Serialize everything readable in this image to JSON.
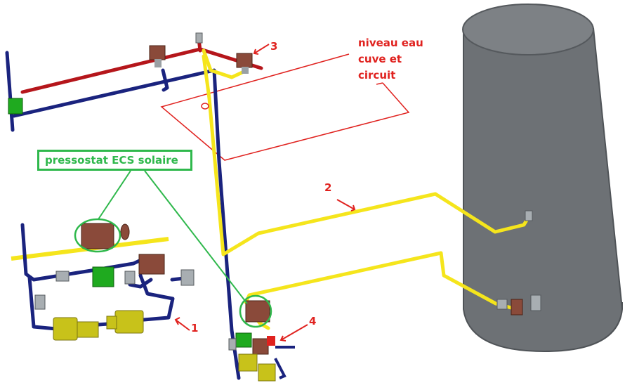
{
  "labels": {
    "part_1": "1",
    "part_2": "2",
    "part_3": "3",
    "part_4": "4",
    "niveau_line1": "niveau eau",
    "niveau_line2": "cuve et",
    "niveau_line3": "circuit",
    "pressostat": "pressostat ECS solaire"
  },
  "colors": {
    "annotation_red": "#e0221f",
    "annotation_green": "#2fb84c",
    "pipe_blue": "#1a237e",
    "pipe_yellow": "#f5e51c",
    "pipe_red": "#b5161b",
    "tank_gray": "#6d7175",
    "valve_brown": "#8a4a3a",
    "pump_yellow": "#c8c21a",
    "block_green": "#1faa1f"
  },
  "icons": [
    "pressure-switch-icon",
    "valve-icon",
    "pump-icon",
    "tank-icon"
  ]
}
